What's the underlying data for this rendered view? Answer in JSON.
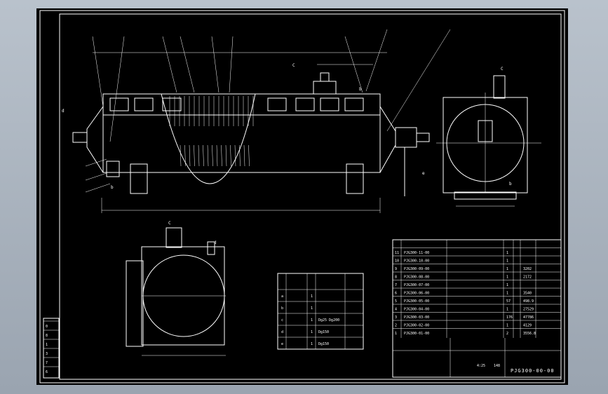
{
  "drawing": {
    "number": "PJG300-00-00",
    "view_labels": [
      "C",
      "C",
      "C",
      "e",
      "b",
      "b",
      "d"
    ],
    "ratio": "4:25",
    "mass": "148"
  },
  "parts_list": {
    "rows": [
      {
        "no": "11",
        "code": "PJG300-11-00",
        "qty": "1",
        "mass": ""
      },
      {
        "no": "10",
        "code": "PJG300-10-00",
        "qty": "1",
        "mass": ""
      },
      {
        "no": "9",
        "code": "PJG300-09-00",
        "qty": "1",
        "mass": "3202"
      },
      {
        "no": "8",
        "code": "PJG300-08-00",
        "qty": "1",
        "mass": "2172"
      },
      {
        "no": "7",
        "code": "PJG300-07-00",
        "qty": "1",
        "mass": ""
      },
      {
        "no": "6",
        "code": "PJG300-06-00",
        "qty": "1",
        "mass": "3540"
      },
      {
        "no": "5",
        "code": "PJG300-05-00",
        "qty": "57",
        "mass": "498.9"
      },
      {
        "no": "4",
        "code": "PJG300-04-00",
        "qty": "1",
        "mass": "27529"
      },
      {
        "no": "3",
        "code": "PJG300-03-00",
        "qty": "176",
        "mass": "47786"
      },
      {
        "no": "2",
        "code": "PJG300-02-00",
        "qty": "1",
        "mass": "4129"
      },
      {
        "no": "1",
        "code": "PJG300-01-00",
        "qty": "2",
        "mass": "3556.8"
      }
    ]
  },
  "nozzle_table": {
    "rows": [
      {
        "id": "a",
        "qty": "1",
        "spec": ""
      },
      {
        "id": "b",
        "qty": "1",
        "spec": ""
      },
      {
        "id": "c",
        "qty": "1",
        "spec": "Dg25 Dg200"
      },
      {
        "id": "d",
        "qty": "1",
        "spec": "Dg150"
      },
      {
        "id": "e",
        "qty": "1",
        "spec": "Dg150"
      }
    ]
  },
  "left_column": [
    "0",
    "8",
    "1",
    "3",
    "7",
    "6"
  ]
}
